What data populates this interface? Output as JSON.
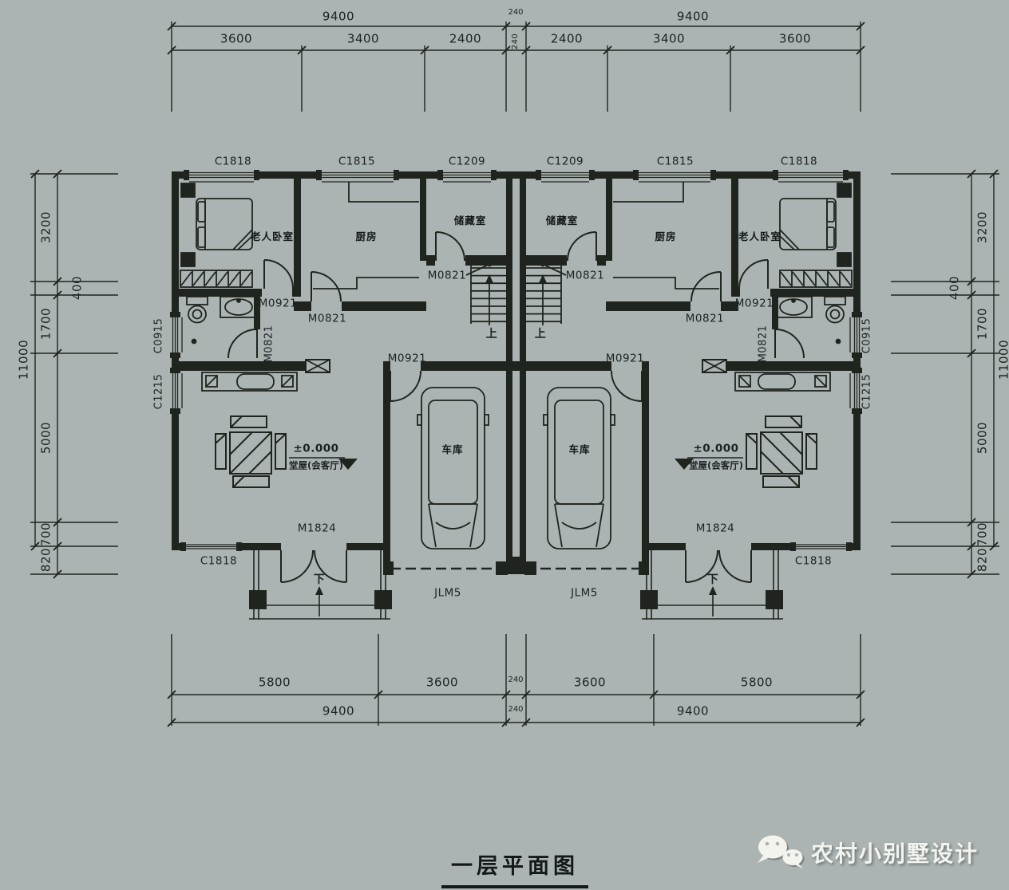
{
  "colors": {
    "background": "#abb4b2",
    "line": "#20241f",
    "text": "#1d2124",
    "watermark": "#f4f4ef"
  },
  "title": "一层平面图",
  "watermark": {
    "brand": "农村小别墅设计",
    "icon": "wechat-icon"
  },
  "dims": {
    "v9400": "9400",
    "v240": "240",
    "v3600": "3600",
    "v3400": "3400",
    "v2400": "2400",
    "v5800": "5800",
    "v11000": "11000",
    "v3200": "3200",
    "v400": "400",
    "v1700": "1700",
    "v5000": "5000",
    "v700": "700",
    "v820": "820"
  },
  "rooms": {
    "elder_bedroom": "老人卧室",
    "kitchen": "厨房",
    "storage": "储藏室",
    "garage": "车库",
    "hall": "堂屋(会客厅)",
    "elevation": "±0.000",
    "stair_up": "上",
    "entry_down": "下"
  },
  "openings": {
    "c1818": "C1818",
    "c1815": "C1815",
    "c1209": "C1209",
    "c0915": "C0915",
    "c1215": "C1215",
    "m0821": "M0821",
    "m0921": "M0921",
    "m1824": "M1824",
    "jlm5": "JLM5"
  }
}
